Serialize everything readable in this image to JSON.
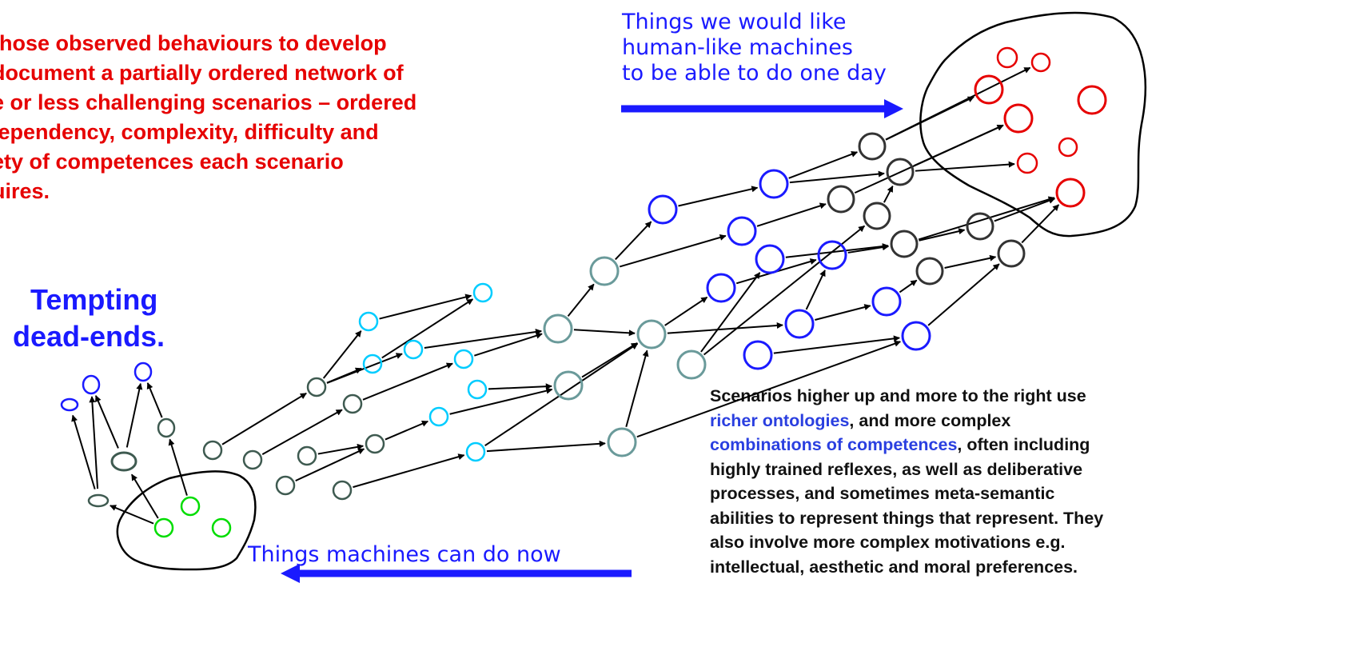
{
  "intro_text": [
    " those observed behaviours to develop",
    " document a partially ordered network of",
    "e or less challenging scenarios – ordered",
    "lependency, complexity, difficulty and",
    "ety of competences each scenario",
    "uires."
  ],
  "dead_ends": [
    "Tempting",
    "dead-ends."
  ],
  "goal_label": [
    "Things we would like",
    "human-like machines",
    "to be able to do one day"
  ],
  "now_label": "Things machines can do now",
  "description": {
    "l1": "Scenarios higher up and more to the right use",
    "l2a": "richer ontologies",
    "l2b": ", and more complex",
    "l3a": "combinations of competences",
    "l3b": ", often including",
    "l4": "highly trained reflexes, as well as deliberative",
    "l5": "processes, and sometimes meta-semantic",
    "l6": "abilities to represent things that represent. They",
    "l7": "also involve more complex motivations e.g.",
    "l8": "intellectual, aesthetic and moral preferences."
  },
  "colors": {
    "red": "#e60000",
    "blue": "#1a1aff",
    "highlight": "#2a3fe0",
    "green": "#00dd00",
    "cyan": "#00ccff",
    "teal": "#6a9a9a",
    "darkgray": "#333333",
    "slate": "#3e5a50"
  }
}
